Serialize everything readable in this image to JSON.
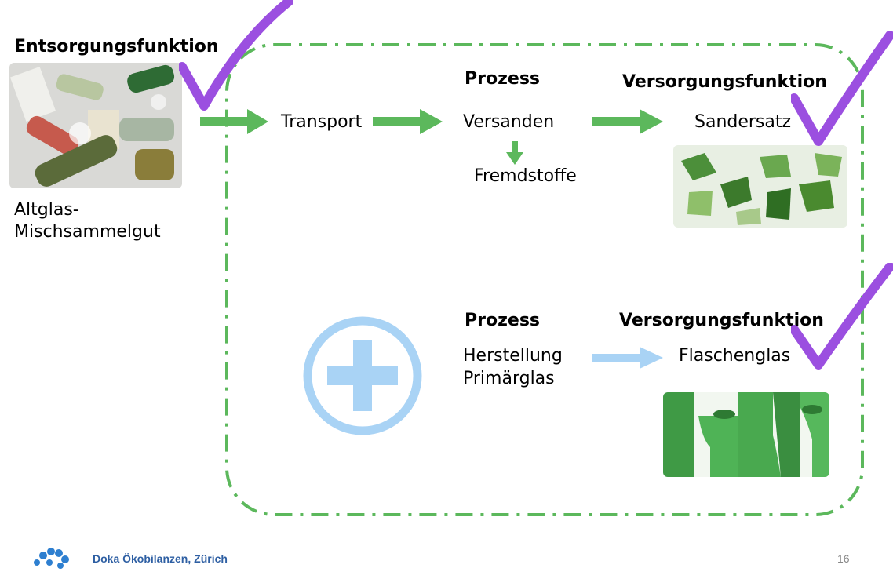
{
  "left": {
    "heading": "Entsorgungsfunktion",
    "label_line1": "Altglas-",
    "label_line2": "Mischsammelgut"
  },
  "top_row": {
    "process_heading": "Prozess",
    "supply_heading": "Versorgungsfunktion",
    "transport": "Transport",
    "process": "Versanden",
    "residue": "Fremdstoffe",
    "product": "Sandersatz"
  },
  "bottom_row": {
    "process_heading": "Prozess",
    "supply_heading": "Versorgungsfunktion",
    "process_line1": "Herstellung",
    "process_line2": "Primärglas",
    "product": "Flaschenglas"
  },
  "footer": {
    "company": "Doka Ökobilanzen, Zürich",
    "page": "16"
  },
  "colors": {
    "green_arrow": "#5cb85c",
    "boundary": "#5cb85c",
    "light_blue": "#a9d3f5",
    "check": "#9b4fe0",
    "footer_blue": "#2e5fa3"
  },
  "icons": [
    "check-icon",
    "plus-circle-icon",
    "logo-dots-icon"
  ]
}
